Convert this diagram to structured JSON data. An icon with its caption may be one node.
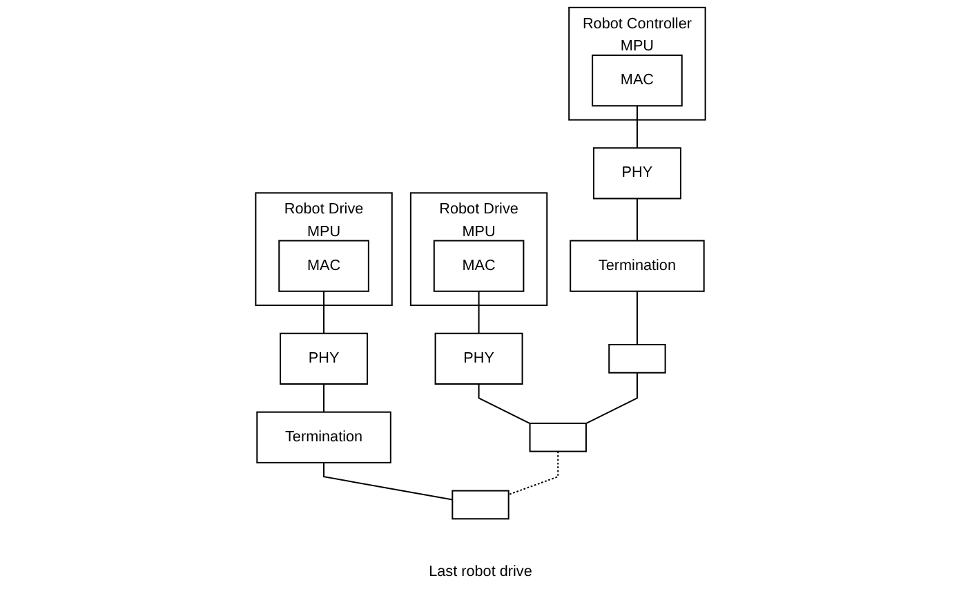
{
  "diagram": {
    "nodes": [
      {
        "text": [
          "Robot Controller",
          "MPU"
        ]
      },
      {
        "text": [
          "MAC"
        ],
        "in": 0
      },
      {
        "text": [
          "PHY"
        ]
      },
      {
        "text": [
          "Termination"
        ]
      },
      {
        "text": [],
        "shape": "box"
      },
      {
        "text": [
          "Robot Drive",
          "MPU"
        ]
      },
      {
        "text": [
          "MAC"
        ],
        "in": 5
      },
      {
        "text": [
          "PHY"
        ]
      },
      {
        "text": [],
        "shape": "box"
      },
      {
        "text": [
          "Robot Drive",
          "MPU"
        ]
      },
      {
        "text": [
          "MAC"
        ],
        "in": 9
      },
      {
        "text": [
          "PHY"
        ]
      },
      {
        "text": [
          "Termination"
        ]
      },
      {
        "text": [],
        "shape": "box",
        "beside": [
          "Last robot drive"
        ]
      }
    ],
    "edges": [
      {
        "from": 1,
        "to": 2,
        "arrow": "none"
      },
      {
        "from": 2,
        "to": 3,
        "arrow": "none"
      },
      {
        "from": 3,
        "to": 4,
        "arrow": "none"
      },
      {
        "from": 6,
        "to": 7,
        "arrow": "none"
      },
      {
        "from": 7,
        "to": 8,
        "arrow": "none"
      },
      {
        "from": 10,
        "to": 11,
        "arrow": "none"
      },
      {
        "from": 11,
        "to": 12,
        "arrow": "none"
      },
      {
        "from": 12,
        "to": 13,
        "arrow": "none"
      },
      {
        "from": 4,
        "to": 8,
        "arrow": "none"
      },
      {
        "from": 8,
        "to": 13,
        "arrow": "none",
        "style": "dashed"
      }
    ]
  }
}
